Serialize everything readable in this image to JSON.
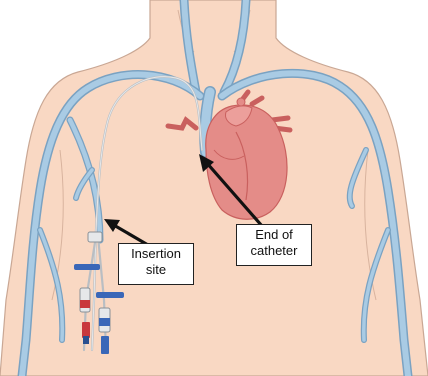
{
  "labels": {
    "insertion_site": {
      "line1": "Insertion",
      "line2": "site"
    },
    "end_of_catheter": {
      "line1": "End of",
      "line2": "catheter"
    }
  },
  "colors": {
    "skin": "#f9d8c3",
    "skin_outline": "#c9a794",
    "vein": "#a9cbe4",
    "vein_outline": "#7aa2c2",
    "heart": "#e48c88",
    "heart_dark": "#c9605e",
    "catheter": "#d6d9dc",
    "arrow": "#111111",
    "hub_blue": "#3a67b8",
    "hub_red": "#c9383d"
  },
  "icons": [
    "heart-illustration",
    "catheter-hub-icon"
  ]
}
